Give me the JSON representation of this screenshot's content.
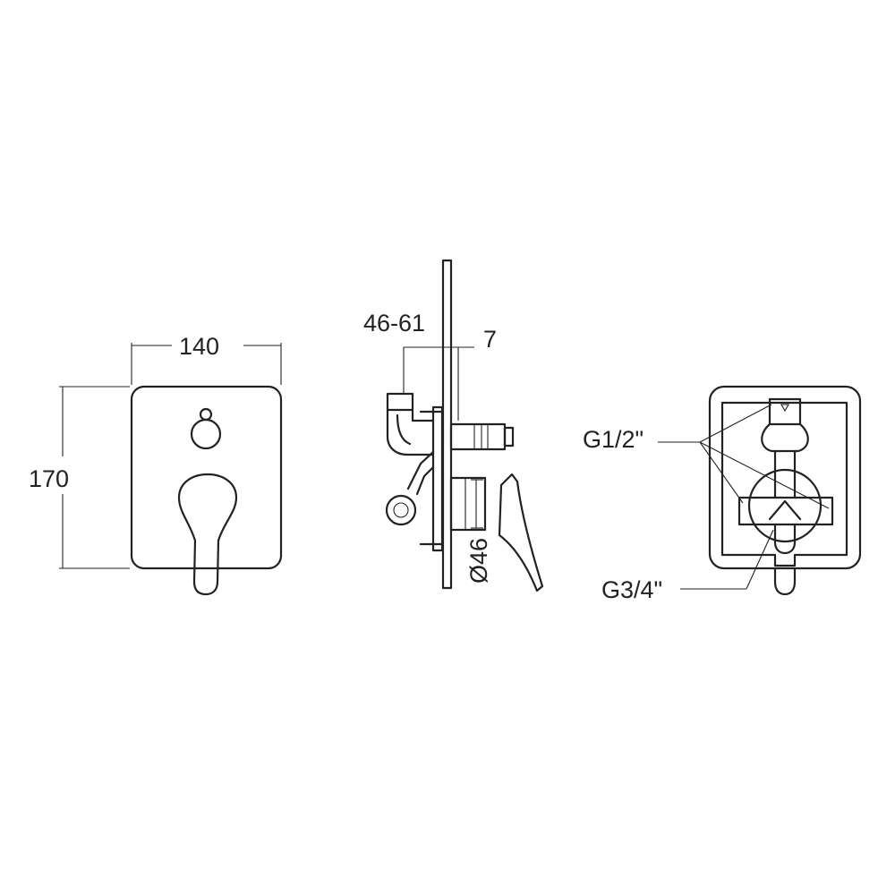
{
  "front_view": {
    "width_label": "140",
    "height_label": "170"
  },
  "side_view": {
    "depth_label": "46-61",
    "plate_label": "7",
    "diameter_label": "Ø46"
  },
  "rear_view": {
    "top_connection_label": "G1/2\"",
    "bottom_connection_label": "G3/4\""
  }
}
